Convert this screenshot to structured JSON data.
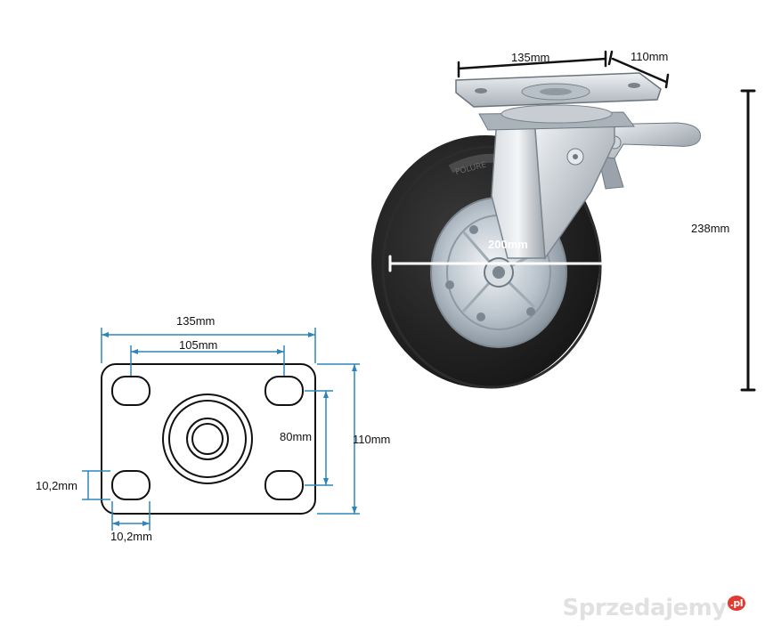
{
  "caster": {
    "plate_width_label": "135mm",
    "plate_depth_label": "110mm",
    "wheel_diameter_label": "200mm",
    "total_height_label": "238mm",
    "tyre_text": "POLURE"
  },
  "plate_drawing": {
    "width_label": "135mm",
    "hole_spacing_x_label": "105mm",
    "hole_spacing_y_label": "80mm",
    "depth_label": "110mm",
    "slot_height_label": "10,2mm",
    "slot_width_label": "10,2mm"
  },
  "watermark": {
    "text": "Sprzedajemy",
    "suffix": ".pl"
  },
  "colors": {
    "dimension_line": "#2e86b8",
    "plate_outline": "#111111",
    "tyre": "#1c1c1c",
    "metal": "#c9ced4",
    "height_bar": "#111111"
  }
}
